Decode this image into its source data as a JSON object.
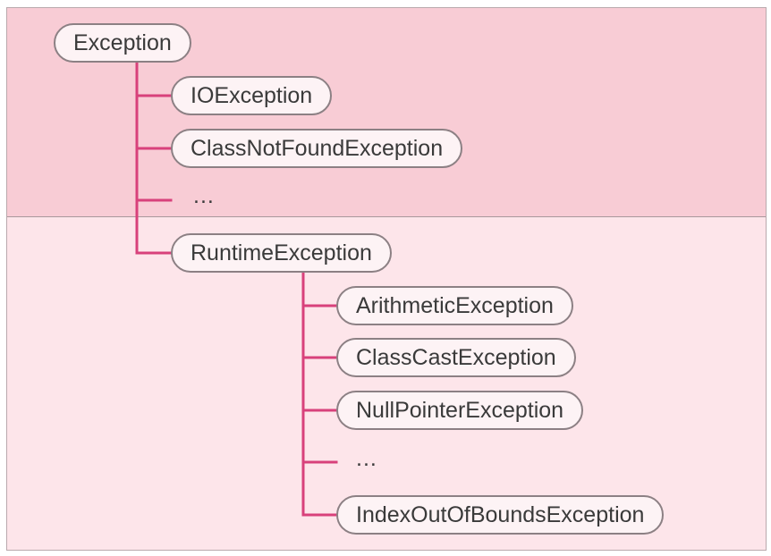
{
  "hierarchy": {
    "root": "Exception",
    "checked": {
      "items": [
        "IOException",
        "ClassNotFoundException"
      ],
      "more": "..."
    },
    "runtime": {
      "label": "RuntimeException",
      "items": [
        "ArithmeticException",
        "ClassCastException",
        "NullPointerException"
      ],
      "more": "...",
      "last": "IndexOutOfBoundsException"
    }
  },
  "colors": {
    "checked_band": "#f8ccd5",
    "unchecked_band": "#fde5ea",
    "connector": "#d8417b",
    "node_border": "#8c8084",
    "node_fill": "#fdf3f5"
  }
}
